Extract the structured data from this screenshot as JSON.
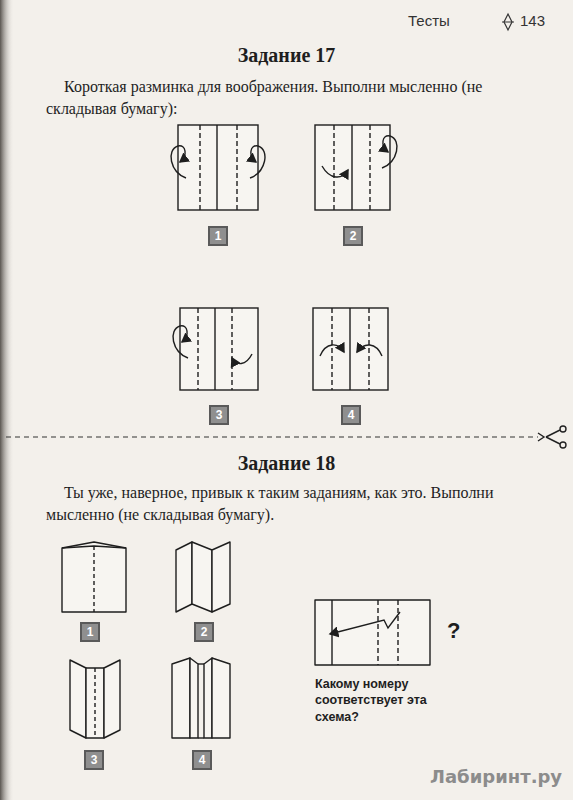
{
  "diagram": {
    "nodes": [
      {
        "text": [
          "1"
        ]
      },
      {
        "text": [
          "2"
        ]
      },
      {
        "text": [
          "3"
        ]
      },
      {
        "text": [
          "4"
        ]
      },
      {
        "text": [
          "1"
        ]
      },
      {
        "text": [
          "2"
        ]
      },
      {
        "text": [
          "3"
        ]
      },
      {
        "text": [
          "4"
        ]
      }
    ],
    "labels": [
      "Тесты",
      "143",
      "Задание 17",
      "Короткая разминка для воображения. Выполни мысленно (не складывая бумагу):",
      "Задание 18",
      "Ты уже, наверное, привык к таким заданиям, как это. Выполни мысленно (не складывая бумагу).",
      "?",
      "Какому номеру соответствует эта схема?",
      "Лабиринт.ру"
    ]
  }
}
